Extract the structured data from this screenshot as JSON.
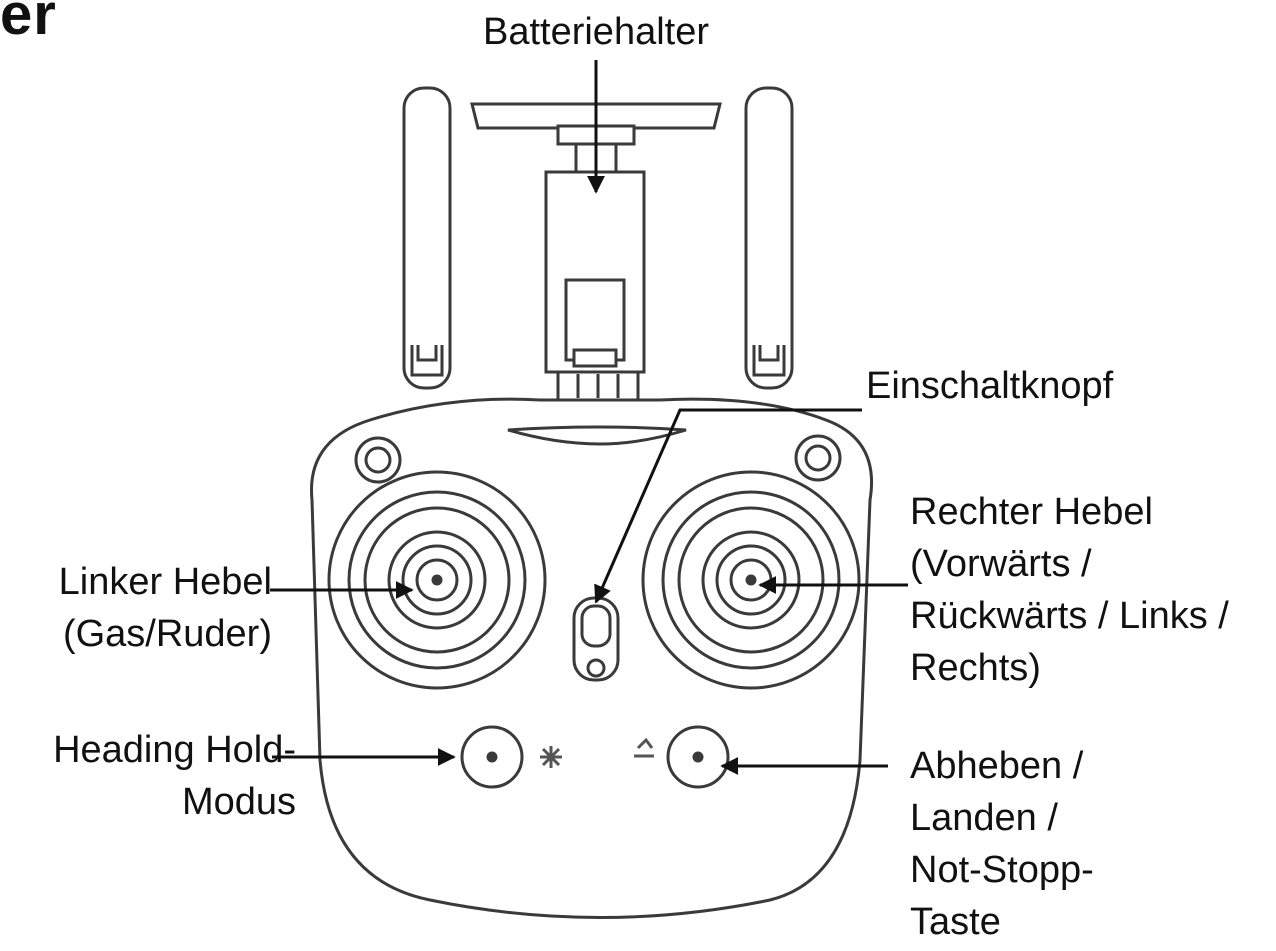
{
  "header": {
    "fragment": "er"
  },
  "labels": {
    "battery_holder": "Batteriehalter",
    "power_button": "Einschaltknopf",
    "right_stick": [
      "Rechter Hebel",
      "(Vorwärts /",
      "Rückwärts / Links /",
      "Rechts)"
    ],
    "left_stick": [
      "Linker Hebel",
      "(Gas/Ruder)"
    ],
    "heading_hold": [
      "Heading Hold-",
      "Modus"
    ],
    "takeoff_land": [
      "Abheben /",
      "Landen /",
      "Not-Stopp-",
      "Taste"
    ]
  },
  "colors": {
    "line": "#3a3a3a",
    "arrow": "#111111",
    "fill": "#ffffff"
  }
}
